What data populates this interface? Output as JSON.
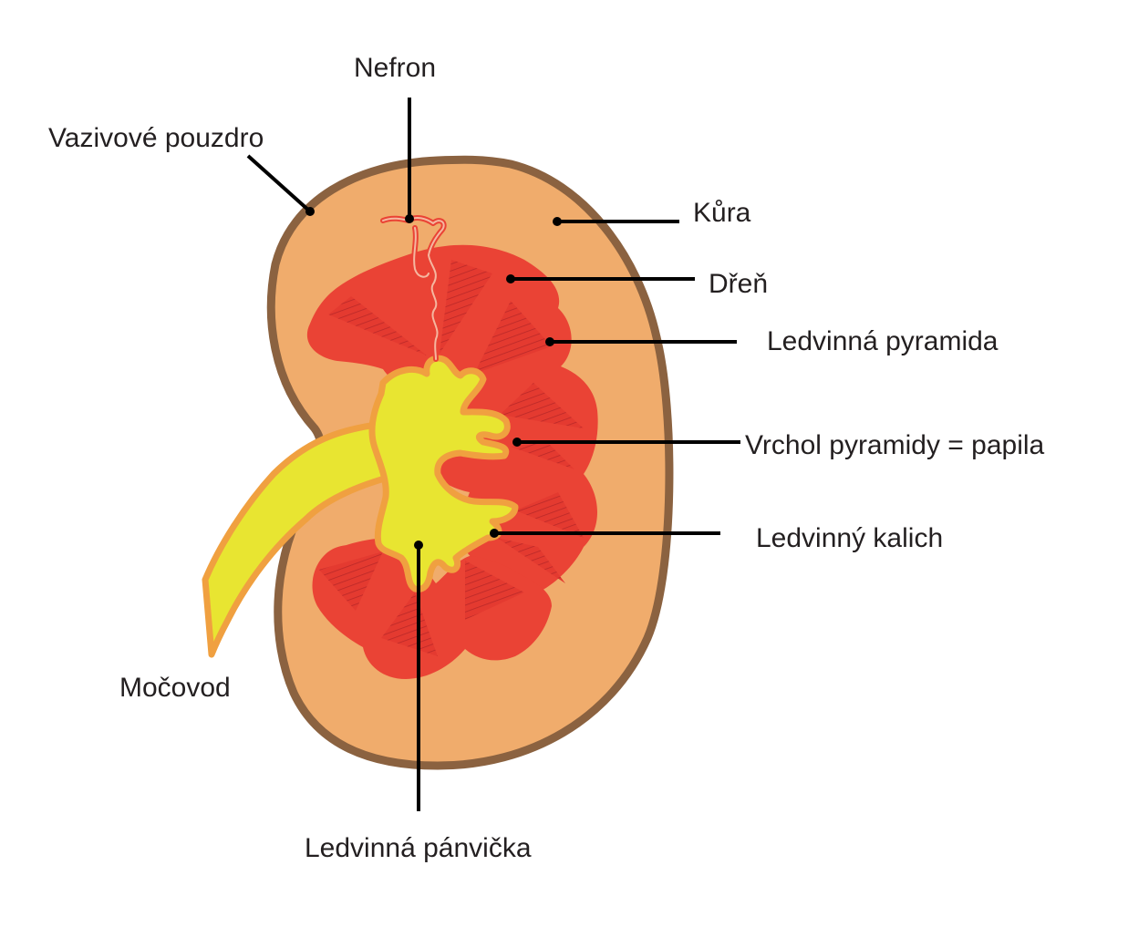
{
  "labels": {
    "nefron": "Nefron",
    "vazivove_pouzdro": "Vazivové pouzdro",
    "kura": "Kůra",
    "dren": "Dřeň",
    "ledvinna_pyramida": "Ledvinná pyramida",
    "vrchol_pyramidy": "Vrchol pyramidy = papila",
    "ledvinny_kalich": "Ledvinný kalich",
    "mocovod": "Močovod",
    "ledvinna_panvicka": "Ledvinná pánvička"
  },
  "colors": {
    "capsule": "#8b6240",
    "cortex": "#f0ac6c",
    "medulla": "#ea4335",
    "pyramid_stripes": "#c02a2a",
    "pelvis": "#e8e531",
    "pelvis_outline": "#f0a040",
    "leader_line": "#000000"
  }
}
